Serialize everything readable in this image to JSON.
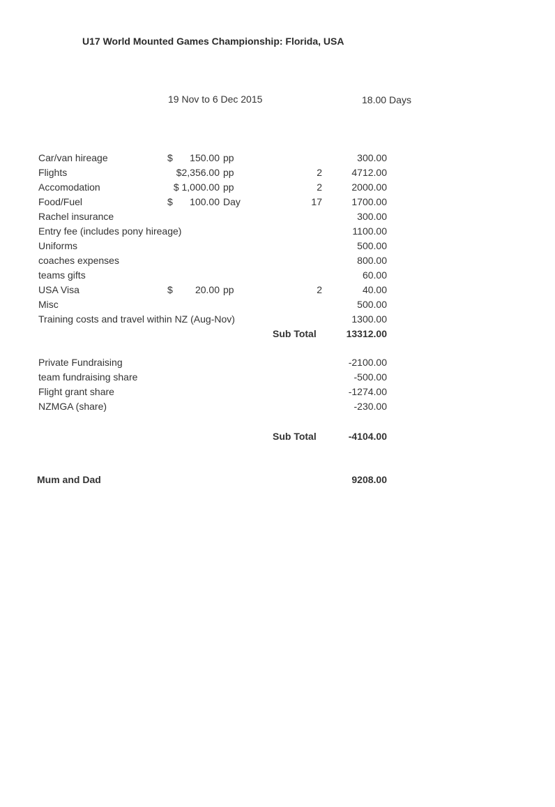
{
  "header": {
    "title": "U17 World Mounted Games Championship: Florida, USA",
    "dates": "19 Nov to 6 Dec 2015",
    "days_value": "18.00",
    "days_unit": "Days"
  },
  "expenses": [
    {
      "label": "Car/van hireage",
      "currency": "$",
      "amount": "150.00",
      "unit": "pp",
      "qty": "",
      "total": "300.00"
    },
    {
      "label": "Flights",
      "currency": "",
      "amount": "$2,356.00",
      "unit": "pp",
      "qty": "2",
      "total": "4712.00"
    },
    {
      "label": "Accomodation",
      "currency": "",
      "amount": "$ 1,000.00",
      "unit": "pp",
      "qty": "2",
      "total": "2000.00"
    },
    {
      "label": "Food/Fuel",
      "currency": "$",
      "amount": "100.00",
      "unit": "Day",
      "qty": "17",
      "total": "1700.00"
    },
    {
      "label": "Rachel insurance",
      "currency": "",
      "amount": "",
      "unit": "",
      "qty": "",
      "total": "300.00"
    },
    {
      "label": "Entry fee (includes pony hireage)",
      "currency": "",
      "amount": "",
      "unit": "",
      "qty": "",
      "total": "1100.00"
    },
    {
      "label": "Uniforms",
      "currency": "",
      "amount": "",
      "unit": "",
      "qty": "",
      "total": "500.00"
    },
    {
      "label": "coaches expenses",
      "currency": "",
      "amount": "",
      "unit": "",
      "qty": "",
      "total": "800.00"
    },
    {
      "label": "teams gifts",
      "currency": "",
      "amount": "",
      "unit": "",
      "qty": "",
      "total": "60.00"
    },
    {
      "label": "USA Visa",
      "currency": "$",
      "amount": "20.00",
      "unit": "pp",
      "qty": "2",
      "total": "40.00"
    },
    {
      "label": "Misc",
      "currency": "",
      "amount": "",
      "unit": "",
      "qty": "",
      "total": "500.00"
    },
    {
      "label": "Training costs and travel within NZ (Aug-Nov)",
      "currency": "",
      "amount": "",
      "unit": "",
      "qty": "",
      "total": "1300.00"
    }
  ],
  "expenses_subtotal": {
    "label": "Sub Total",
    "value": "13312.00"
  },
  "income": [
    {
      "label": "Private Fundraising",
      "total": "-2100.00"
    },
    {
      "label": "team fundraising share",
      "total": "-500.00"
    },
    {
      "label": "Flight grant share",
      "total": "-1274.00"
    },
    {
      "label": "NZMGA (share)",
      "total": "-230.00"
    }
  ],
  "income_subtotal": {
    "label": "Sub Total",
    "value": "-4104.00"
  },
  "final": {
    "label": "Mum and Dad",
    "value": "9208.00"
  }
}
